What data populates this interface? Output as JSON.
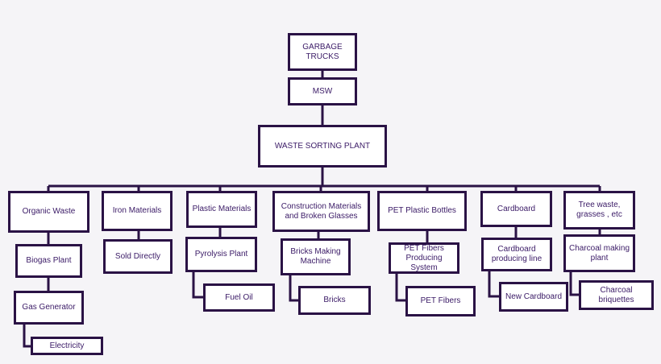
{
  "root": {
    "garbage_trucks": "GARBAGE\nTRUCKS",
    "msw": "MSW",
    "sorting_plant": "WASTE SORTING PLANT"
  },
  "branches": [
    {
      "category": "Organic Waste",
      "steps": [
        "Biogas Plant",
        "Gas Generator",
        "Electricity"
      ]
    },
    {
      "category": "Iron Materials",
      "steps": [
        "Sold Directly"
      ]
    },
    {
      "category": "Plastic Materials",
      "steps": [
        "Pyrolysis Plant",
        "Fuel Oil"
      ]
    },
    {
      "category": "Construction Materials and Broken Glasses",
      "steps": [
        "Bricks Making Machine",
        "Bricks"
      ]
    },
    {
      "category": "PET Plastic Bottles",
      "steps": [
        "PET Fibers Producing System",
        "PET Fibers"
      ]
    },
    {
      "category": "Cardboard",
      "steps": [
        "Cardboard producing line",
        "New Cardboard"
      ]
    },
    {
      "category": "Tree waste, grasses , etc",
      "steps": [
        "Charcoal making plant",
        "Charcoal briquettes"
      ]
    }
  ]
}
